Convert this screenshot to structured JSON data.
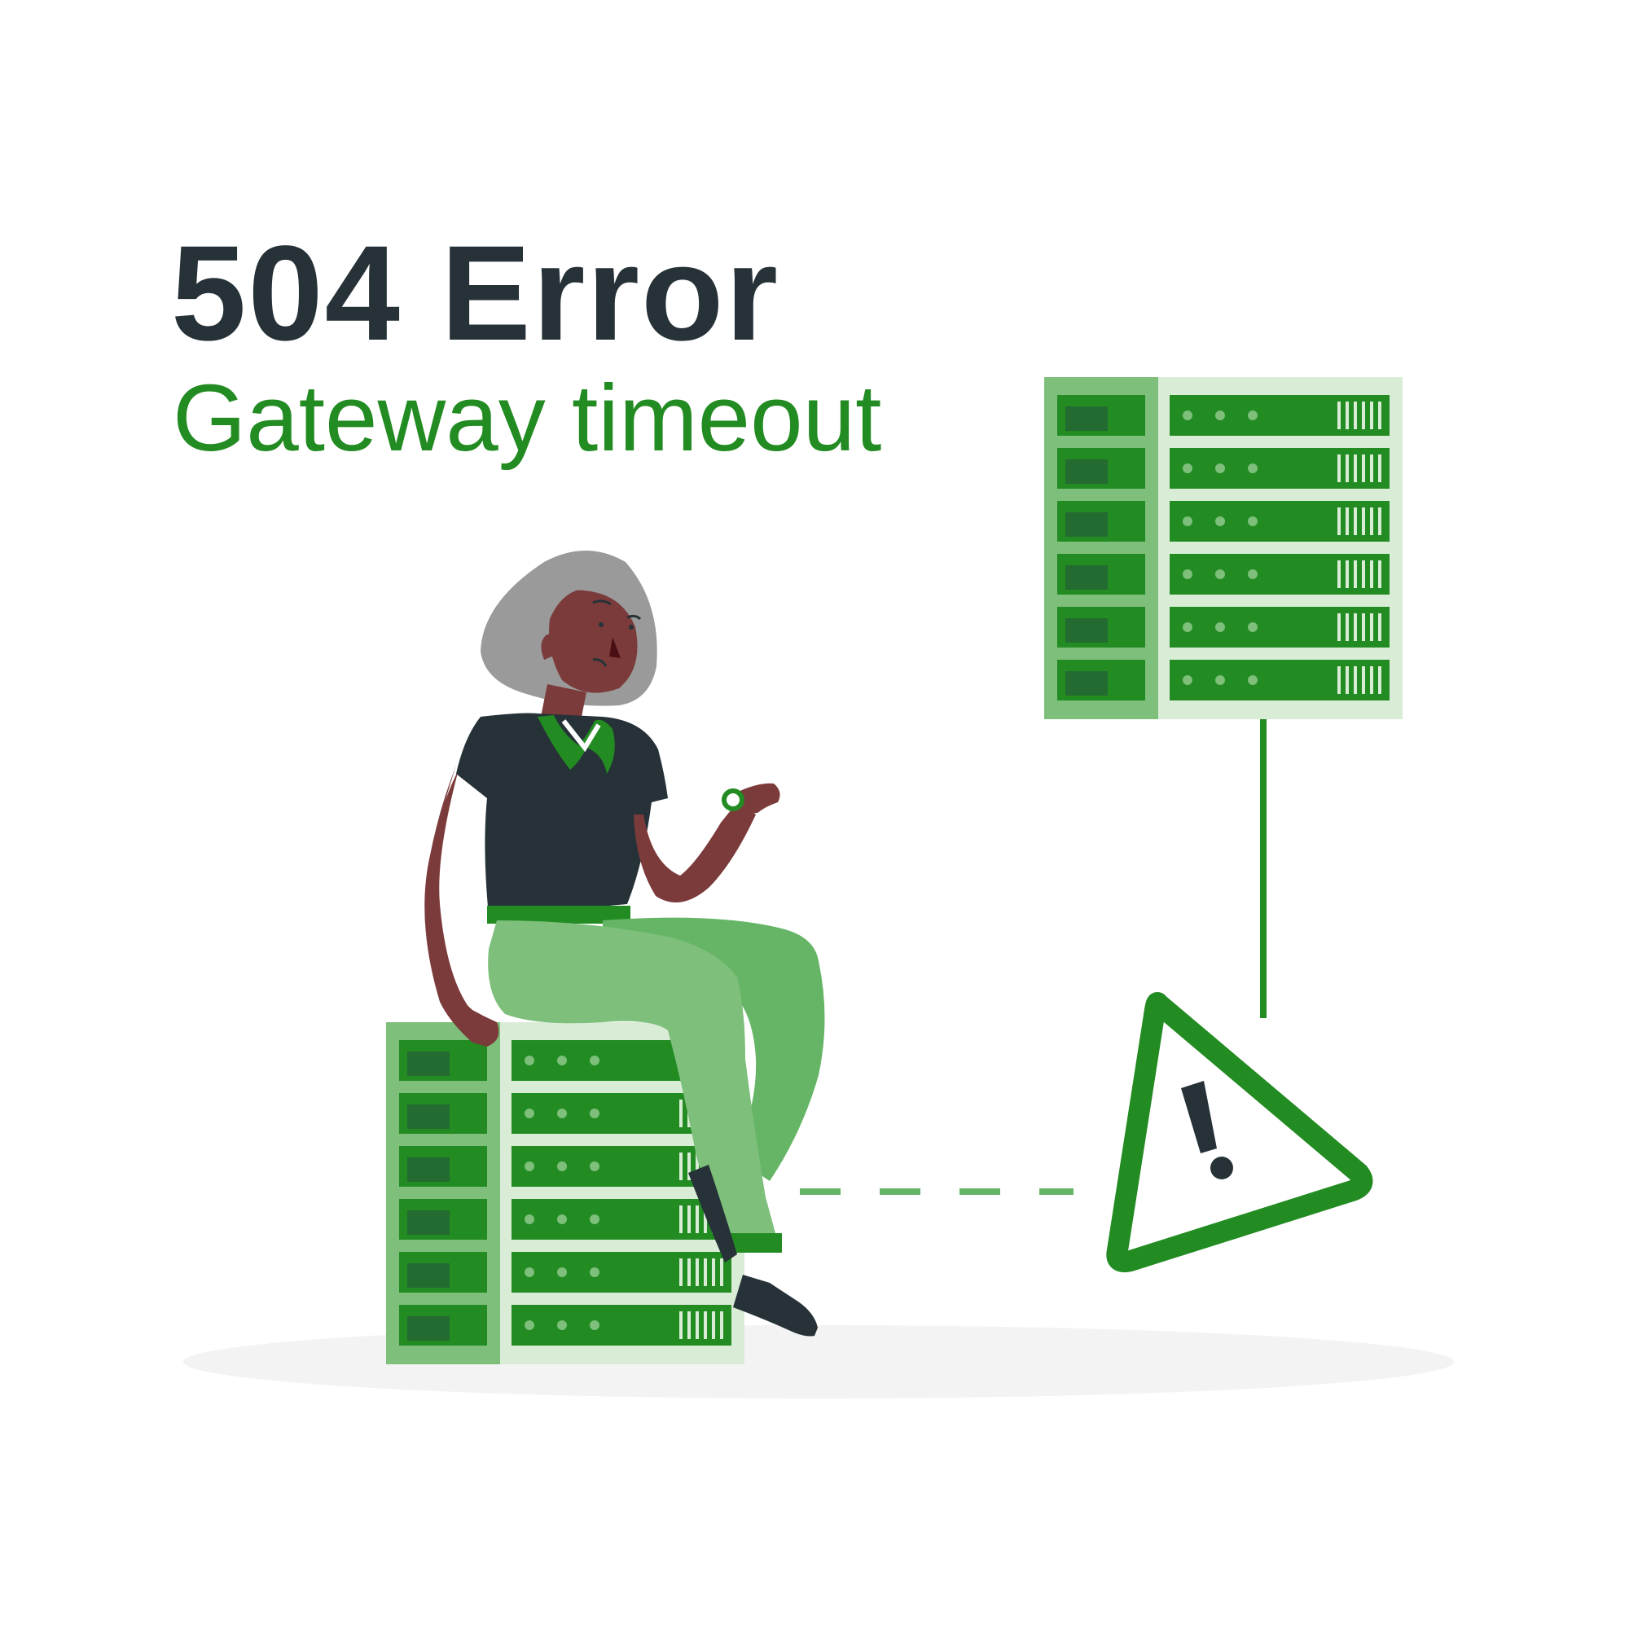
{
  "heading": {
    "title": "504 Error",
    "subtitle": "Gateway timeout"
  },
  "colors": {
    "title": "#263238",
    "accent": "#228b22",
    "accent_light": "#7dbf7b",
    "accent_pale": "#d9ecd6",
    "accent_dark": "#236b30",
    "skin": "#7b3b3a",
    "hair": "#9a9a9a",
    "shadow": "#f3f3f3"
  },
  "illustration": {
    "server_units_per_rack": 6,
    "icons": [
      "server-rack-icon",
      "warning-triangle-icon",
      "exclamation-icon"
    ]
  }
}
